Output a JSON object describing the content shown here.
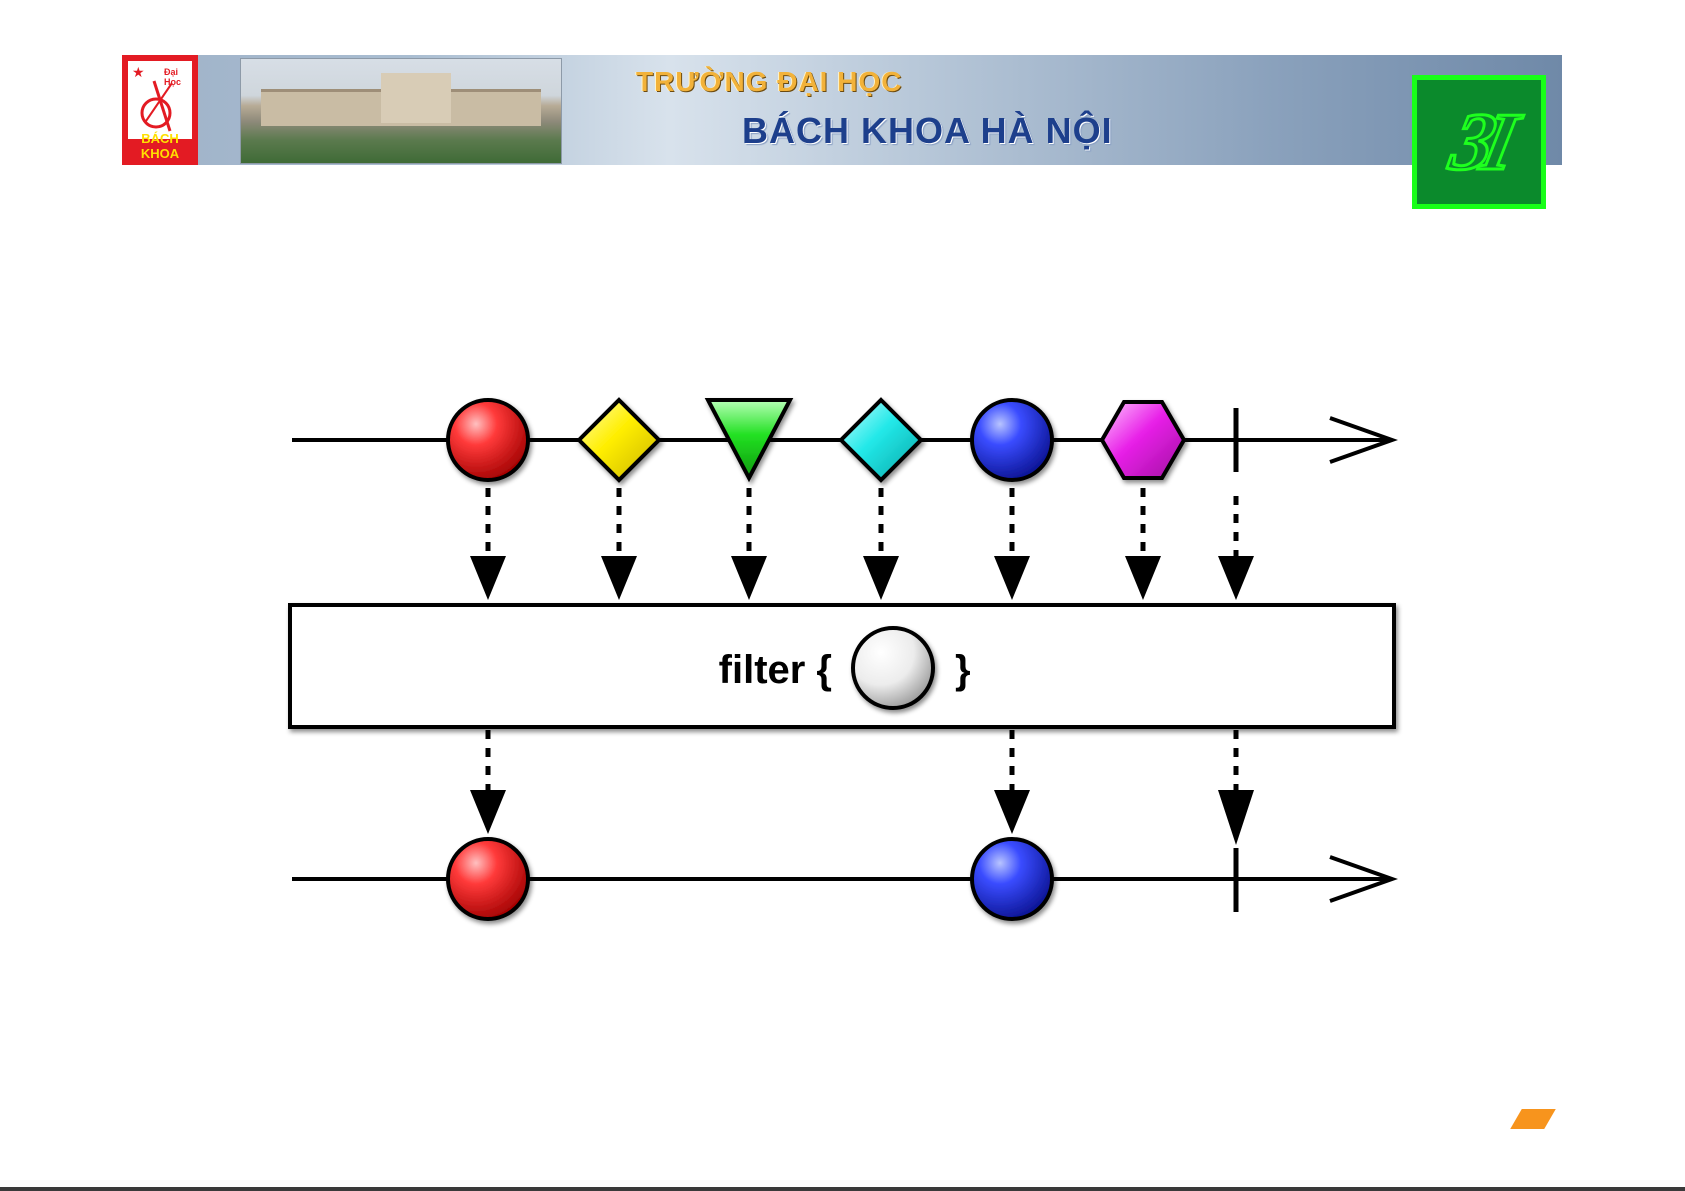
{
  "header": {
    "logo_left_caption": "BÁCH KHOA",
    "logo_left_text": "Đại Học",
    "title_line1": "TRƯỜNG ĐẠI HỌC",
    "title_line2": "BÁCH KHOA HÀ NỘI",
    "logo_right_text": "3I"
  },
  "diagram": {
    "operator_label_prefix": "filter {",
    "operator_label_suffix": "}",
    "input_marbles": [
      {
        "shape": "circle",
        "color": "red"
      },
      {
        "shape": "diamond",
        "color": "yellow"
      },
      {
        "shape": "triangle",
        "color": "green"
      },
      {
        "shape": "diamond",
        "color": "cyan"
      },
      {
        "shape": "circle",
        "color": "blue"
      },
      {
        "shape": "hexagon",
        "color": "magenta"
      }
    ],
    "output_marbles": [
      {
        "shape": "circle",
        "color": "red"
      },
      {
        "shape": "circle",
        "color": "blue"
      }
    ],
    "input_completes": true,
    "output_completes": true
  },
  "colors": {
    "red": "#e21010",
    "yellow": "#ffee00",
    "green": "#22e022",
    "cyan": "#22e8e8",
    "blue": "#1a2ee8",
    "magenta": "#e820e8",
    "accent_orange": "#f7941d"
  }
}
